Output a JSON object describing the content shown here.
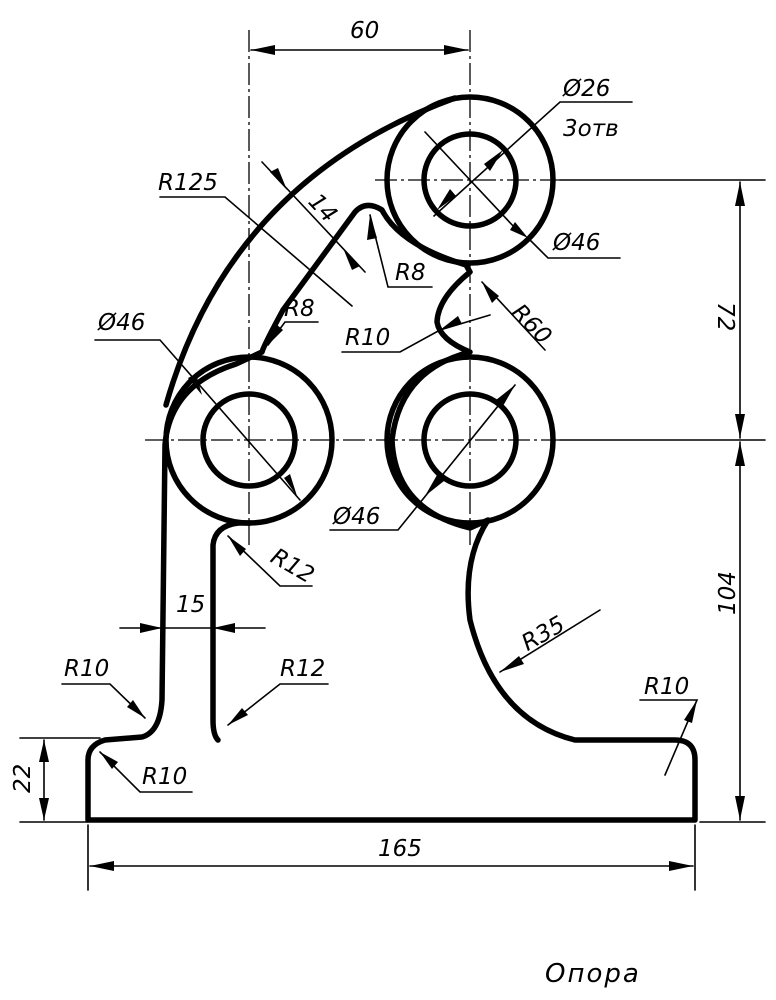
{
  "drawing": {
    "title": "Опора",
    "dims": {
      "top_width": "60",
      "hole_small": "Ø26",
      "hole_count": "3отв",
      "radius_125": "R125",
      "thickness_14": "14",
      "radius_8_upper": "R8",
      "diameter_46_right_top": "Ø46",
      "height_72": "72",
      "radius_60": "R60",
      "diameter_46_left": "Ø46",
      "radius_8_left": "R8",
      "radius_10_mid": "R10",
      "diameter_46_right_bottom": "Ø46",
      "radius_12_upper": "R12",
      "height_104": "104",
      "width_15": "15",
      "radius_35": "R35",
      "radius_10_left": "R10",
      "radius_12_lower": "R12",
      "radius_10_right": "R10",
      "radius_10_base": "R10",
      "height_22": "22",
      "base_width": "165"
    }
  }
}
